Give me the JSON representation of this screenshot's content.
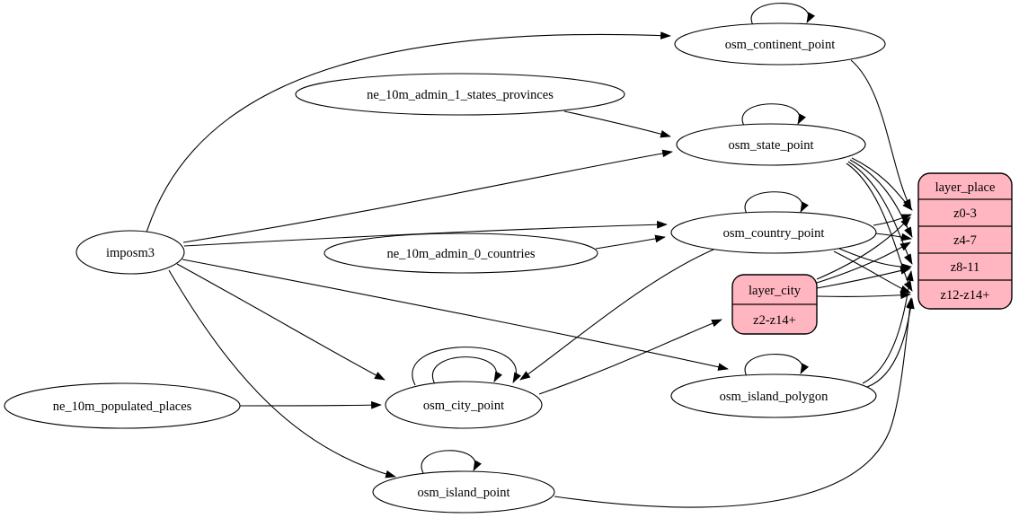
{
  "diagram": {
    "description": "ETL dependency graph for map place layer",
    "background": "#ffffff",
    "edge_color": "#000000",
    "ellipse_fill": "#ffffff",
    "record_fill": "#ffb6c1",
    "nodes": {
      "imposm3": {
        "label": "imposm3",
        "shape": "ellipse"
      },
      "ne_10m_admin_1_states_provinces": {
        "label": "ne_10m_admin_1_states_provinces",
        "shape": "ellipse"
      },
      "ne_10m_admin_0_countries": {
        "label": "ne_10m_admin_0_countries",
        "shape": "ellipse"
      },
      "ne_10m_populated_places": {
        "label": "ne_10m_populated_places",
        "shape": "ellipse"
      },
      "osm_continent_point": {
        "label": "osm_continent_point",
        "shape": "ellipse"
      },
      "osm_state_point": {
        "label": "osm_state_point",
        "shape": "ellipse"
      },
      "osm_country_point": {
        "label": "osm_country_point",
        "shape": "ellipse"
      },
      "osm_city_point": {
        "label": "osm_city_point",
        "shape": "ellipse"
      },
      "osm_island_polygon": {
        "label": "osm_island_polygon",
        "shape": "ellipse"
      },
      "osm_island_point": {
        "label": "osm_island_point",
        "shape": "ellipse"
      }
    },
    "records": {
      "layer_city": {
        "title": "layer_city",
        "rows": [
          "z2-z14+"
        ]
      },
      "layer_place": {
        "title": "layer_place",
        "rows": [
          "z0-3",
          "z4-7",
          "z8-11",
          "z12-z14+"
        ]
      }
    },
    "edges": [
      {
        "from": "imposm3",
        "to": "osm_continent_point"
      },
      {
        "from": "imposm3",
        "to": "osm_state_point"
      },
      {
        "from": "imposm3",
        "to": "osm_country_point"
      },
      {
        "from": "imposm3",
        "to": "osm_city_point"
      },
      {
        "from": "imposm3",
        "to": "osm_island_polygon"
      },
      {
        "from": "imposm3",
        "to": "osm_island_point"
      },
      {
        "from": "ne_10m_admin_1_states_provinces",
        "to": "osm_state_point"
      },
      {
        "from": "ne_10m_admin_0_countries",
        "to": "osm_country_point"
      },
      {
        "from": "ne_10m_populated_places",
        "to": "osm_city_point"
      },
      {
        "from": "osm_continent_point",
        "to": "osm_continent_point",
        "self_loop": true
      },
      {
        "from": "osm_state_point",
        "to": "osm_state_point",
        "self_loop": true
      },
      {
        "from": "osm_country_point",
        "to": "osm_country_point",
        "self_loop": true
      },
      {
        "from": "osm_city_point",
        "to": "osm_city_point",
        "self_loop": true
      },
      {
        "from": "osm_city_point",
        "to": "osm_city_point",
        "self_loop": true
      },
      {
        "from": "osm_island_polygon",
        "to": "osm_island_polygon",
        "self_loop": true
      },
      {
        "from": "osm_island_point",
        "to": "osm_island_point",
        "self_loop": true
      },
      {
        "from": "osm_country_point",
        "to": "osm_city_point"
      },
      {
        "from": "osm_continent_point",
        "to": "layer_place:z0-3"
      },
      {
        "from": "osm_state_point",
        "to": "layer_place:z0-3"
      },
      {
        "from": "osm_state_point",
        "to": "layer_place:z4-7"
      },
      {
        "from": "osm_state_point",
        "to": "layer_place:z8-11"
      },
      {
        "from": "osm_state_point",
        "to": "layer_place:z12-z14+"
      },
      {
        "from": "osm_country_point",
        "to": "layer_place:z0-3"
      },
      {
        "from": "osm_country_point",
        "to": "layer_place:z4-7"
      },
      {
        "from": "osm_country_point",
        "to": "layer_place:z8-11"
      },
      {
        "from": "osm_country_point",
        "to": "layer_place:z12-z14+"
      },
      {
        "from": "osm_city_point",
        "to": "layer_city:z2-z14+"
      },
      {
        "from": "layer_city",
        "to": "layer_place:z0-3"
      },
      {
        "from": "layer_city",
        "to": "layer_place:z4-7"
      },
      {
        "from": "layer_city",
        "to": "layer_place:z8-11"
      },
      {
        "from": "layer_city",
        "to": "layer_place:z12-z14+"
      },
      {
        "from": "osm_island_polygon",
        "to": "layer_place:z8-11"
      },
      {
        "from": "osm_island_polygon",
        "to": "layer_place:z12-z14+"
      },
      {
        "from": "osm_island_point",
        "to": "layer_place:z12-z14+"
      }
    ]
  }
}
